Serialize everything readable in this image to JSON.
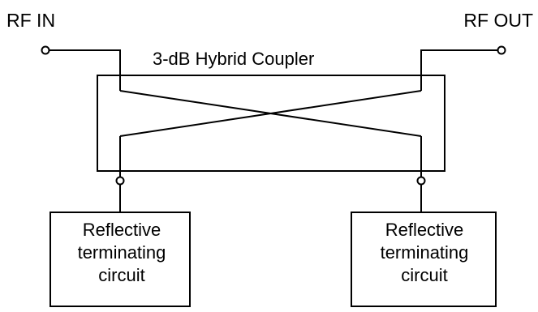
{
  "ports": {
    "input_label": "RF IN",
    "output_label": "RF OUT"
  },
  "coupler": {
    "title": "3-dB Hybrid Coupler"
  },
  "terminations": [
    {
      "lines": [
        "Reflective",
        "terminating",
        "circuit"
      ]
    },
    {
      "lines": [
        "Reflective",
        "terminating",
        "circuit"
      ]
    }
  ],
  "colors": {
    "stroke": "#000000",
    "background": "#ffffff"
  }
}
